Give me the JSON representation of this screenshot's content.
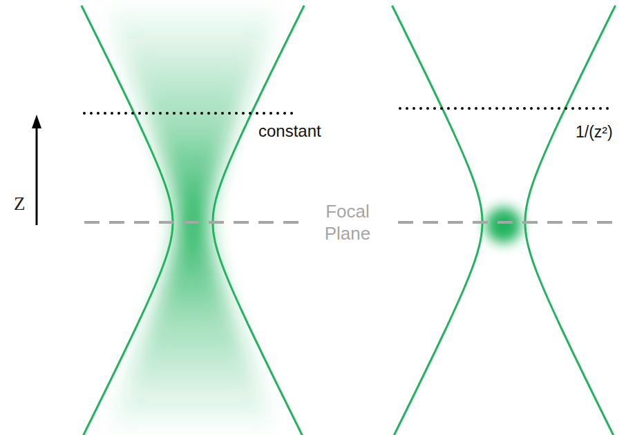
{
  "diagram": {
    "labels": [
      "constant",
      "1/(z²)",
      "Z",
      "Focal Plane"
    ]
  }
}
